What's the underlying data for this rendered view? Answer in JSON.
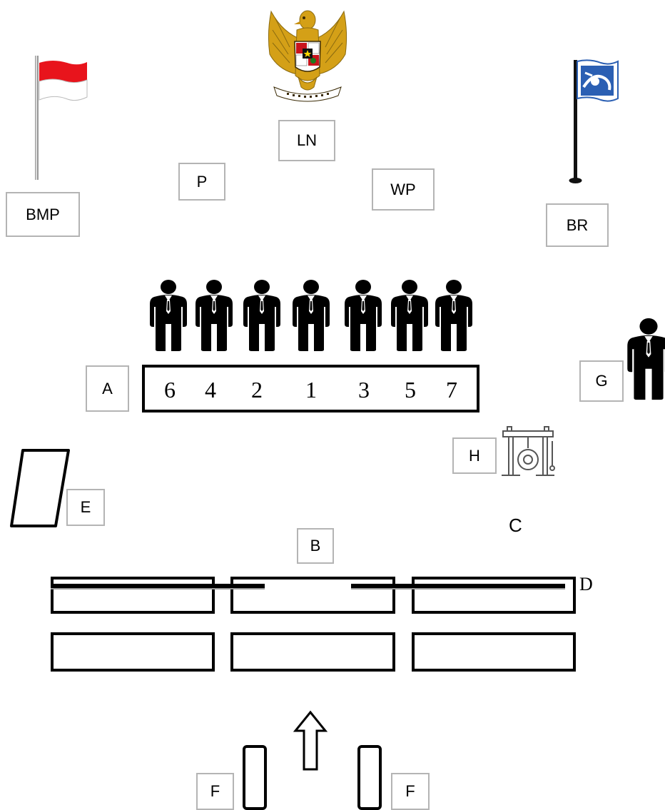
{
  "labels": {
    "bmp": "BMP",
    "p": "P",
    "ln": "LN",
    "wp": "WP",
    "br": "BR",
    "a": "A",
    "g": "G",
    "h": "H",
    "e": "E",
    "c": "C",
    "b": "B",
    "d": "D",
    "f_left": "F",
    "f_right": "F"
  },
  "seat_numbers": [
    "6",
    "4",
    "2",
    "1",
    "3",
    "5",
    "7"
  ],
  "colors": {
    "flag_red": "#e8141c",
    "flag_white": "#ffffff",
    "emblem_gold": "#d4a017",
    "right_flag_blue": "#2b5fb3",
    "label_border": "#b4b4b4"
  },
  "icons": {
    "left_flag": "indonesia-flag-icon",
    "emblem": "garuda-emblem-icon",
    "right_flag": "institution-flag-icon",
    "person": "person-suit-icon",
    "gong": "gong-icon",
    "arrow": "up-arrow-icon"
  }
}
